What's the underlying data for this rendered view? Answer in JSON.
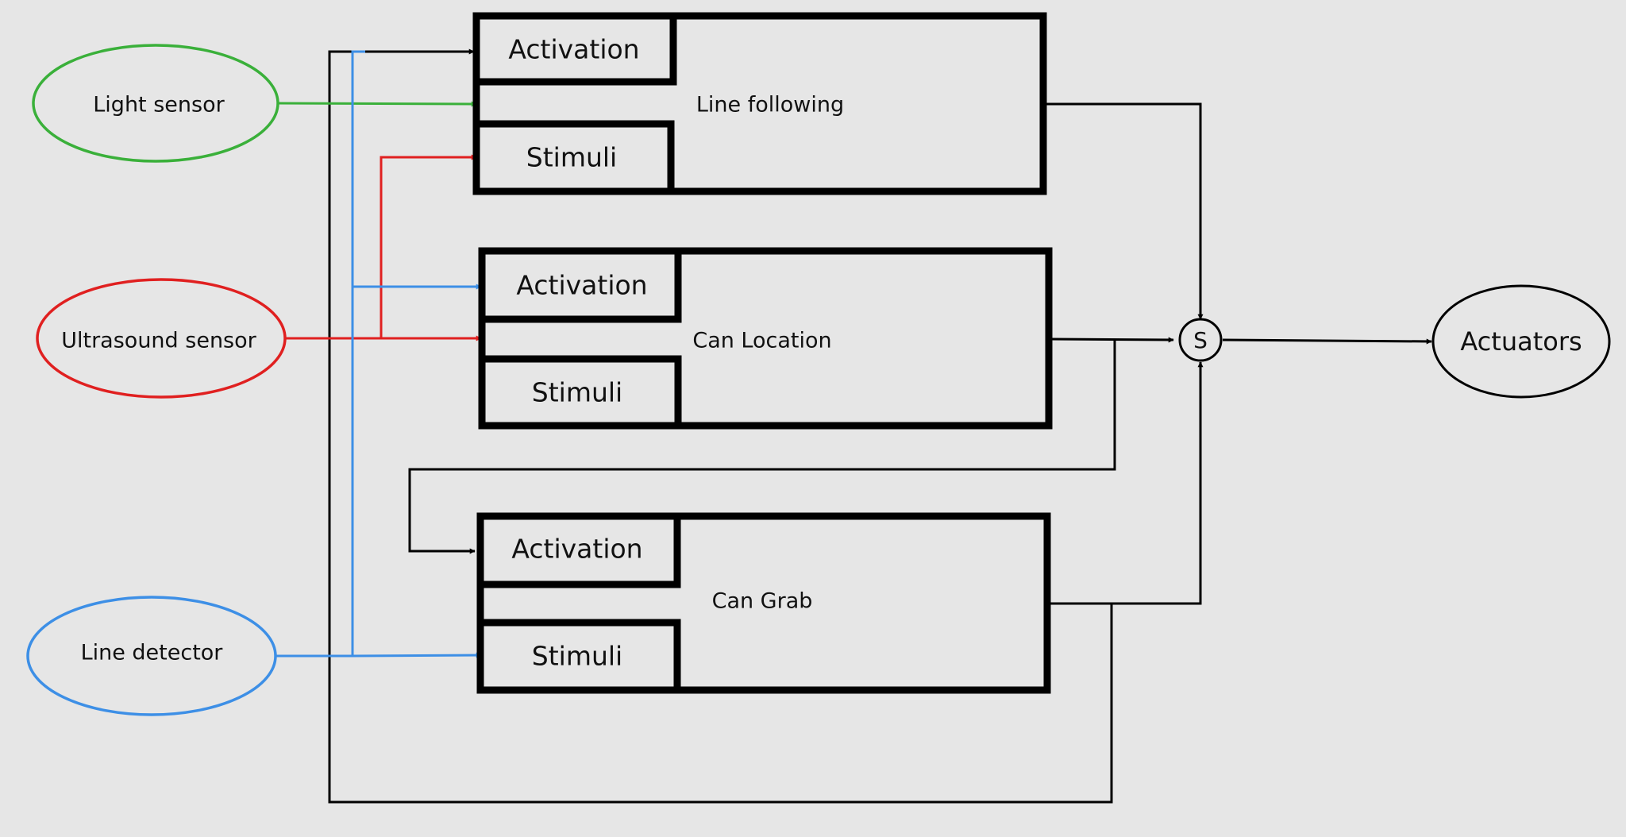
{
  "sensors": {
    "light": {
      "label": "Light sensor",
      "color": "#3ab03a"
    },
    "ultrasound": {
      "label": "Ultrasound sensor",
      "color": "#e02020"
    },
    "line_detector": {
      "label": "Line detector",
      "color": "#3d8fe6"
    }
  },
  "behaviors": [
    {
      "name": "Line following",
      "activation_label": "Activation",
      "stimuli_label": "Stimuli"
    },
    {
      "name": "Can Location",
      "activation_label": "Activation",
      "stimuli_label": "Stimuli"
    },
    {
      "name": "Can Grab",
      "activation_label": "Activation",
      "stimuli_label": "Stimuli"
    }
  ],
  "summation": {
    "label": "S"
  },
  "output": {
    "label": "Actuators"
  },
  "wire_color": "#000000"
}
